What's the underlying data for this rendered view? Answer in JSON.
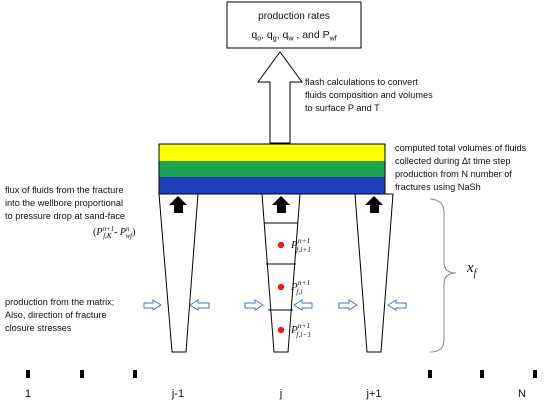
{
  "production_box": {
    "title": "production rates",
    "q": "q",
    "sub_o": "o",
    "sep1": ", q",
    "sub_g": "g",
    "sep2": ", q",
    "sub_w": "w",
    "sep3": " , and P",
    "sub_wf": "wf"
  },
  "flash_note": {
    "line1": "flash calculations to convert",
    "line2": "fluids composition and volumes",
    "line3": "to surface P and T"
  },
  "volumes_note": {
    "line1": "computed total volumes of fluids",
    "line2": "collected during Δt time step",
    "line3": "production from N number of",
    "line4": "fractures using NaSh"
  },
  "flux_note": {
    "line1": "flux of fluids from the fracture",
    "line2": "into the wellbore proportional",
    "line3": "to pressure drop at sand-face",
    "formula_open": "(",
    "formula_P1": "P",
    "formula_sup1": "n+1",
    "formula_sub1": "f,K",
    "formula_minus": " - ",
    "formula_P2": "P",
    "formula_sup2": "n",
    "formula_sub2": "wf",
    "formula_close": ")"
  },
  "matrix_note": {
    "line1": "production from the matrix;",
    "line2": "Also, direction of fracture",
    "line3": "closure stresses"
  },
  "cells": [
    {
      "P": "P",
      "sup": "n+1",
      "sub": "f,i+1"
    },
    {
      "P": "P",
      "sup": "n+1",
      "sub": "f,i"
    },
    {
      "P": "P",
      "sup": "n+1",
      "sub": "f,i−1"
    }
  ],
  "xf_label": {
    "x": "x",
    "sub": "f"
  },
  "well_labels": [
    "1",
    "j-1",
    "j",
    "j+1",
    "N"
  ],
  "colors": {
    "yellow": "#ffff00",
    "green": "#1aa552",
    "blue": "#1f3fbf",
    "arrow_outline": "#4a74b5",
    "dot": "#e02020"
  }
}
